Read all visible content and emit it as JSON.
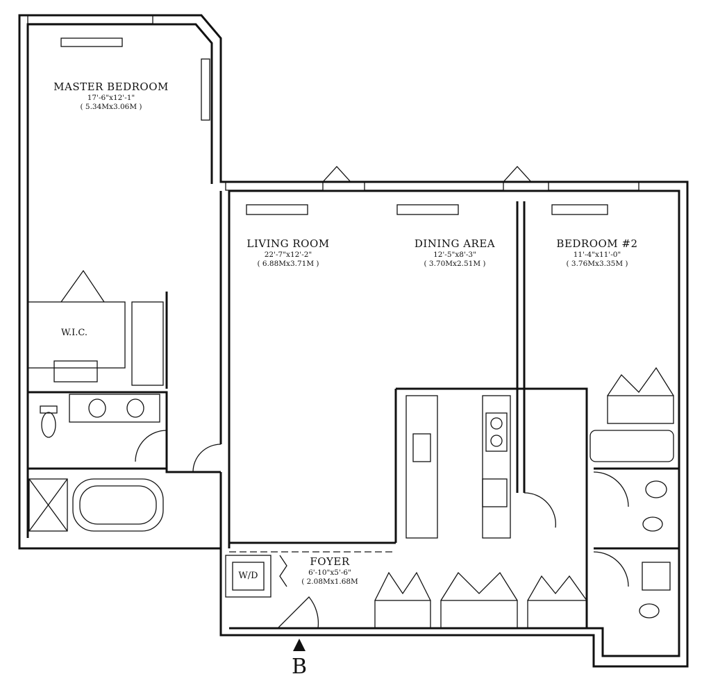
{
  "rooms": {
    "master_bedroom": {
      "name": "MASTER BEDROOM",
      "dim_imperial": "17'-6\"x12'-1\"",
      "dim_metric": "( 5.34Mx3.06M )"
    },
    "living_room": {
      "name": "LIVING ROOM",
      "dim_imperial": "22'-7\"x12'-2\"",
      "dim_metric": "( 6.88Mx3.71M )"
    },
    "dining_area": {
      "name": "DINING AREA",
      "dim_imperial": "12'-5\"x8'-3\"",
      "dim_metric": "( 3.70Mx2.51M )"
    },
    "bedroom_2": {
      "name": "BEDROOM #2",
      "dim_imperial": "11'-4\"x11'-0\"",
      "dim_metric": "( 3.76Mx3.35M )"
    },
    "foyer": {
      "name": "FOYER",
      "dim_imperial": "6'-10\"x5'-6\"",
      "dim_metric": "( 2.08Mx1.68M"
    },
    "wic": {
      "name": "W.I.C."
    },
    "washer_dryer": {
      "name": "W/D"
    }
  },
  "entry_marker": {
    "label": "B"
  }
}
